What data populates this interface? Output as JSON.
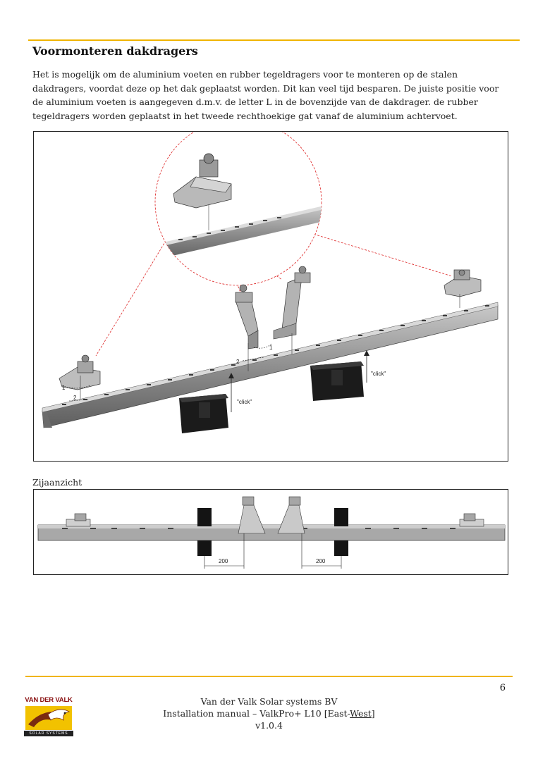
{
  "header": {
    "accent_color": "#f0b400"
  },
  "section": {
    "title": "Voormonteren dakdragers",
    "intro": "Het is mogelijk om de aluminium voeten en rubber tegeldragers voor te monteren op de stalen dakdragers, voordat deze op het dak geplaatst worden. Dit kan veel tijd besparen. De juiste positie voor de aluminium voeten is aangegeven d.m.v. de letter L in de bovenzijde van de dakdrager. de rubber tegeldragers worden geplaatst in het tweede rechthoekige gat vanaf de aluminium achtervoet."
  },
  "figure_main": {
    "callouts": {
      "click_left": "\"click\"",
      "click_right": "\"click\"",
      "step1_left": "1",
      "step2_left": "2",
      "step1_mid": "1",
      "step2_mid": "2"
    }
  },
  "figure_side": {
    "label": "Zijaanzicht",
    "dim_left": "200",
    "dim_right": "200"
  },
  "footer": {
    "page_number": "6",
    "company": "Van der Valk Solar systems BV",
    "manual_prefix": "Installation manual – ValkPro+ L10 [East-",
    "manual_underlined": "West",
    "manual_suffix": "]",
    "version": "v1.0.4",
    "logo_name": "VAN DER VALK",
    "logo_sub": "SOLAR SYSTEMS"
  }
}
